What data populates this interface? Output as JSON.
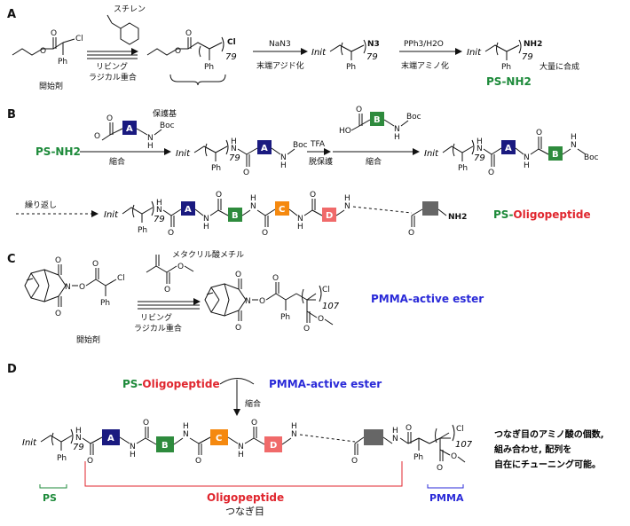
{
  "sections": {
    "A": {
      "label": "A",
      "styrene": "スチレン",
      "initiator_caption": "開始剤",
      "polymerization": [
        "リビング",
        "ラジカル重合"
      ],
      "cl": "Cl",
      "ph": "Ph",
      "dp": "79",
      "reagent_1": "NaN3",
      "step_1": "末端アジド化",
      "n3": "N3",
      "init": "Init",
      "reagent_2": "PPh3/H2O",
      "step_2": "末端アミノ化",
      "nh2": "NH2",
      "scale_note": "大量に合成",
      "product": "PS-NH2"
    },
    "B": {
      "label": "B",
      "protecting_group": "保護基",
      "boc": "Boc",
      "start": "PS-NH2",
      "condensation": "縮合",
      "tfa": "TFA",
      "deprotection": "脱保護",
      "repeat": "繰り返し",
      "product_ps": "PS",
      "product_dash": "-",
      "product_oligo": "Oligopeptide"
    },
    "C": {
      "label": "C",
      "monomer": "メタクリル酸メチル",
      "polymerization": [
        "リビング",
        "ラジカル重合"
      ],
      "initiator_caption": "開始剤",
      "dp": "107",
      "product": "PMMA-active ester"
    },
    "D": {
      "label": "D",
      "reactant_1_ps": "PS",
      "reactant_1_dash": "-",
      "reactant_1_oligo": "Oligopeptide",
      "reactant_2": "PMMA-active ester",
      "condensation": "縮合",
      "segment_ps": "PS",
      "segment_oligo": "Oligopeptide",
      "segment_linker": "つなぎ目",
      "segment_pmma": "PMMA",
      "note": [
        "つなぎ目のアミノ酸の個数,",
        "組み合わせ, 配列を",
        "自在にチューニング可能。"
      ]
    }
  },
  "blocks": {
    "A": {
      "label": "A",
      "color": "#1a1a80"
    },
    "B": {
      "label": "B",
      "color": "#2e8b3d"
    },
    "C": {
      "label": "C",
      "color": "#f5890f"
    },
    "D": {
      "label": "D",
      "color": "#f06a6a"
    },
    "X": {
      "label": "",
      "color": "#666666"
    }
  },
  "atoms": {
    "o": "O",
    "h": "H",
    "n": "N",
    "ho": "HO"
  }
}
